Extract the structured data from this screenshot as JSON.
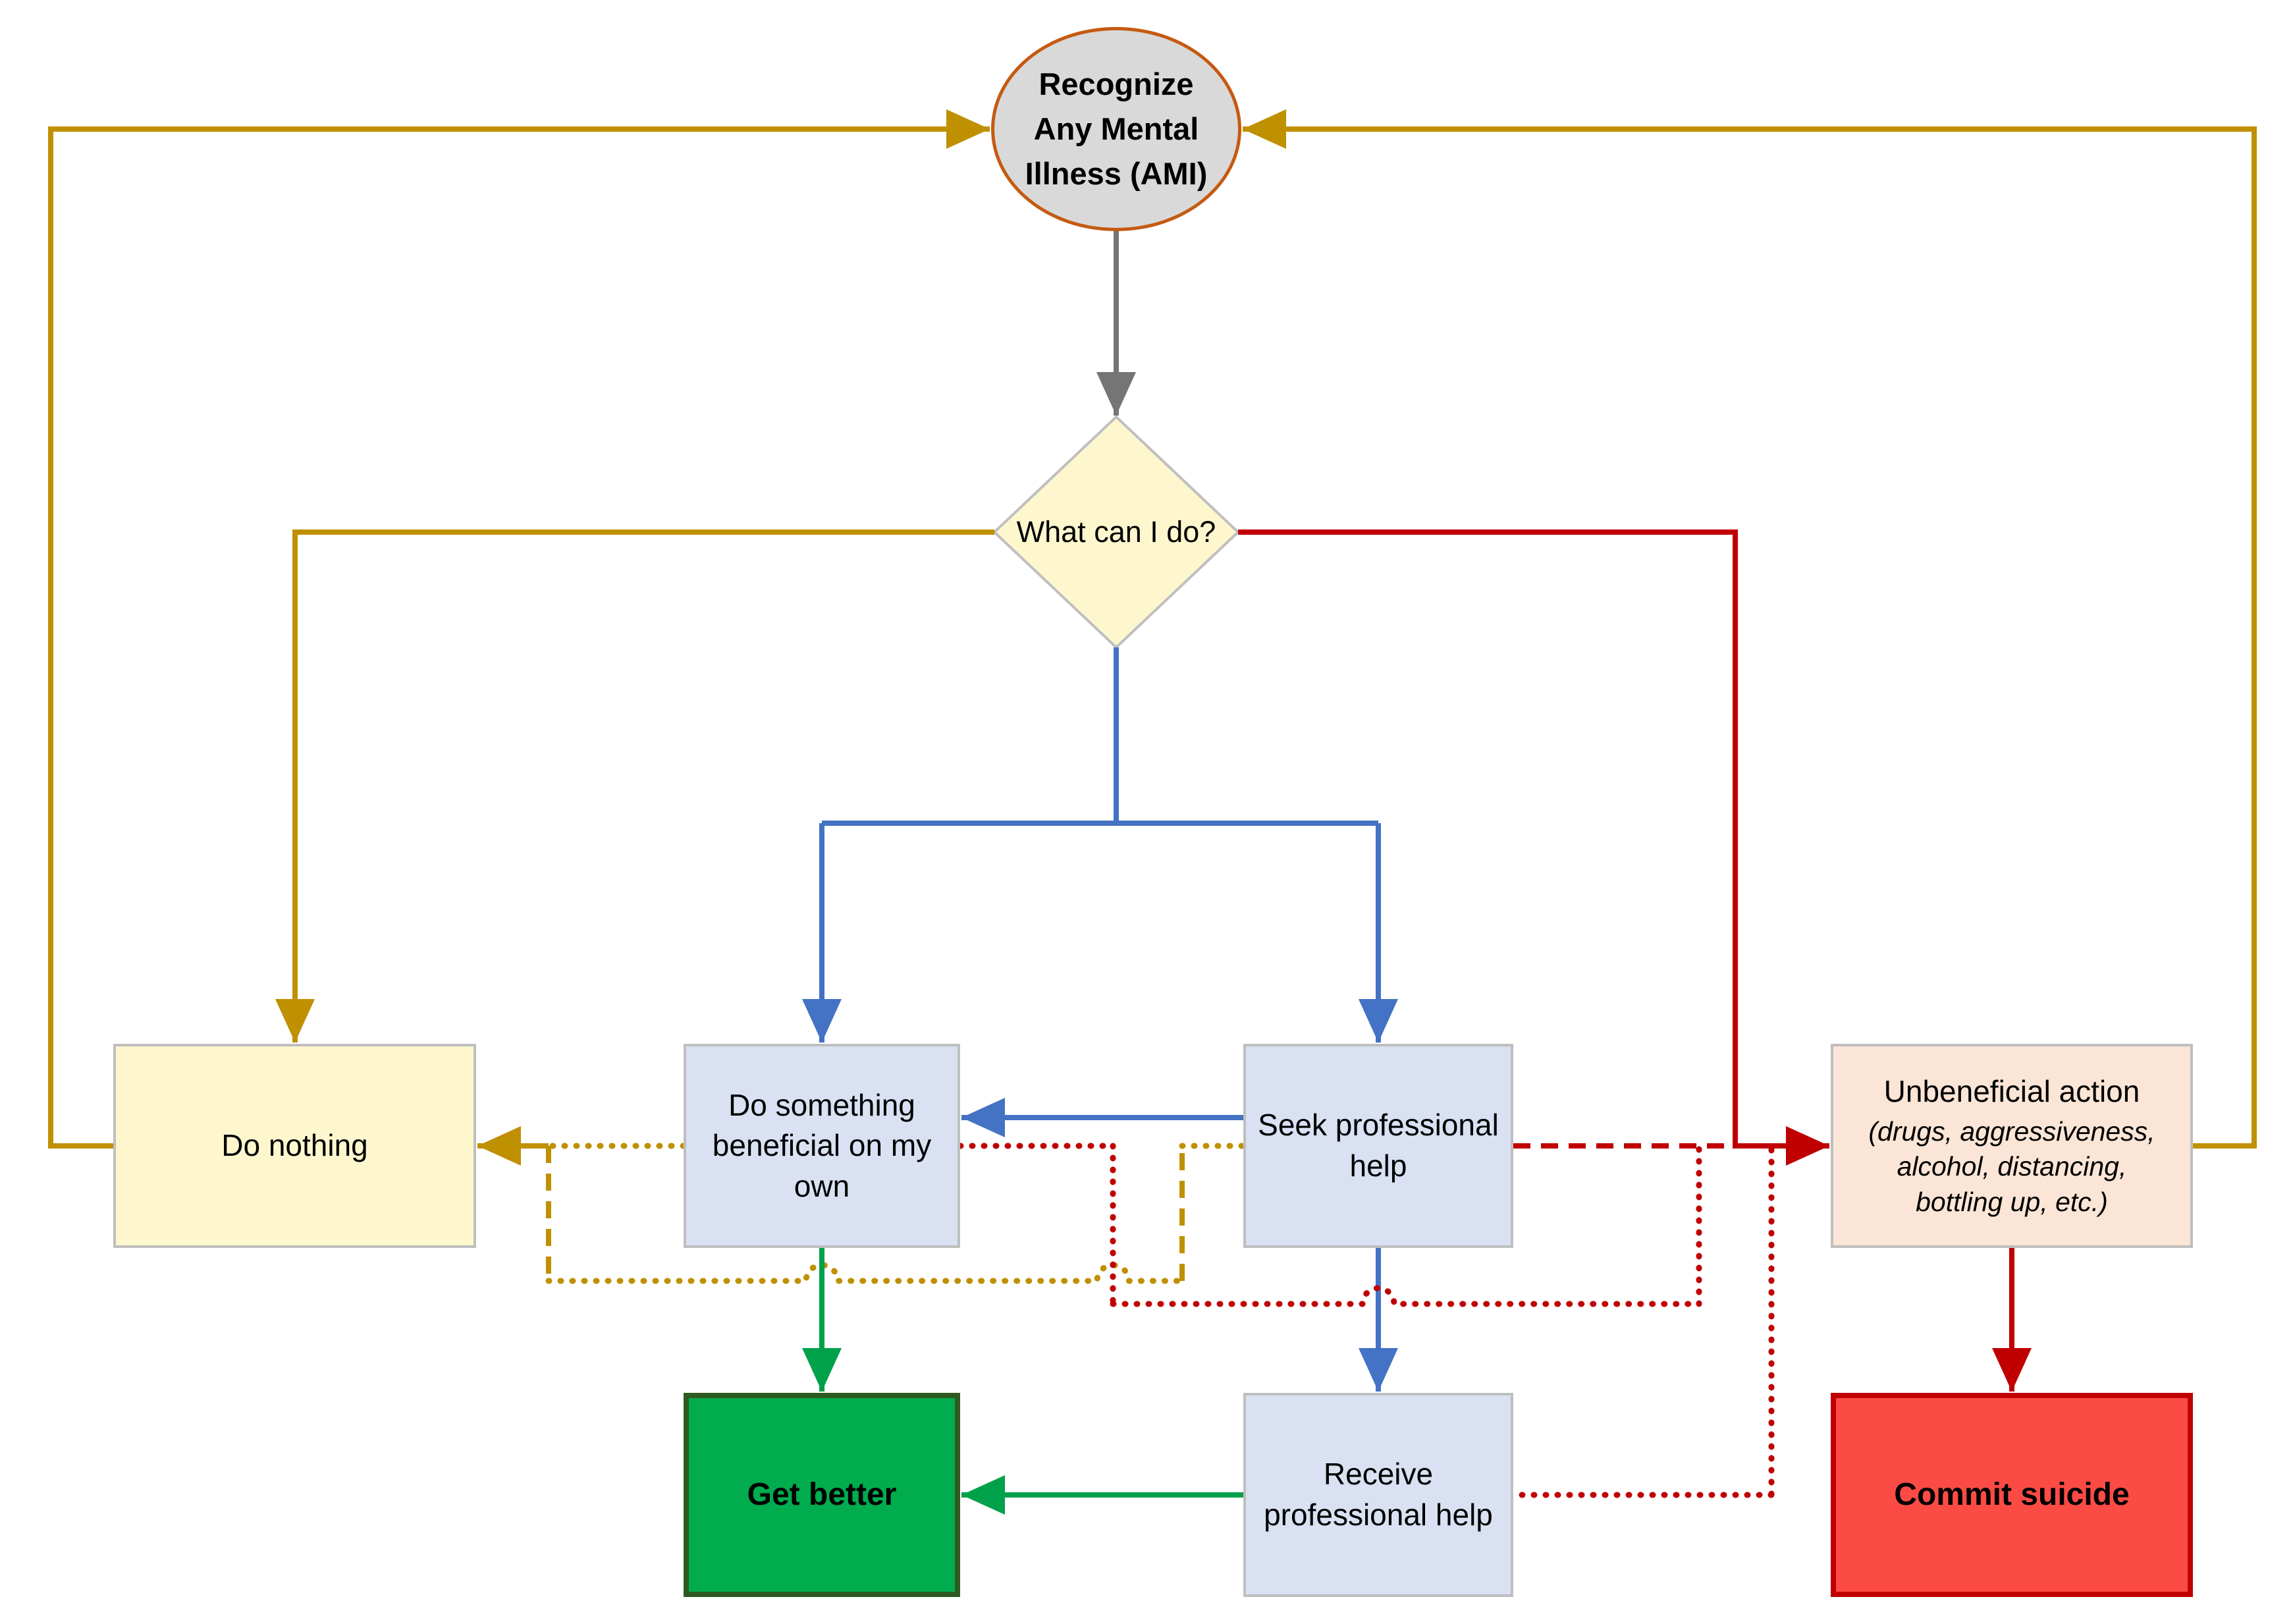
{
  "nodes": {
    "start": {
      "lines": [
        "Recognize",
        "Any Mental",
        "Illness (AMI)"
      ]
    },
    "decision": {
      "label": "What can I do?"
    },
    "do_nothing": {
      "label": "Do nothing"
    },
    "beneficial": {
      "label": "Do something beneficial on my own"
    },
    "seek": {
      "label": "Seek professional help"
    },
    "unbeneficial": {
      "title": "Unbeneficial action",
      "subtitle": "(drugs, aggressiveness, alcohol, distancing, bottling up, etc.)"
    },
    "get_better": {
      "label": "Get better"
    },
    "receive": {
      "label": "Receive professional help"
    },
    "suicide": {
      "label": "Commit suicide"
    }
  },
  "colors": {
    "background": "#FFFFFF",
    "gold": "#BF9000",
    "blue": "#4472C4",
    "red": "#C00000",
    "green": "#00A14B",
    "gray_connector": "#757575",
    "node_border_gray": "#BFBFBF",
    "start_fill": "#D9D9D9",
    "start_border": "#C55A11",
    "yellow_fill": "#FEF7CE",
    "lavender_fill": "#D9E1F2",
    "peach_fill": "#FBE5D6",
    "green_fill": "#00AC4E",
    "green_border": "#2E5A21",
    "red_fill": "#FC4B45",
    "red_border": "#C00000"
  },
  "edges": [
    {
      "from": "Recognize Any Mental Illness (AMI)",
      "to": "What can I do?",
      "style": "solid",
      "color": "gray"
    },
    {
      "from": "What can I do?",
      "to": "Do nothing",
      "style": "solid",
      "color": "gold"
    },
    {
      "from": "What can I do?",
      "to": "Do something beneficial on my own",
      "style": "solid",
      "color": "blue"
    },
    {
      "from": "What can I do?",
      "to": "Seek professional help",
      "style": "solid",
      "color": "blue"
    },
    {
      "from": "What can I do?",
      "to": "Unbeneficial action",
      "style": "solid",
      "color": "red"
    },
    {
      "from": "Seek professional help",
      "to": "Do something beneficial on my own",
      "style": "solid",
      "color": "blue"
    },
    {
      "from": "Seek professional help",
      "to": "Receive professional help",
      "style": "solid",
      "color": "blue"
    },
    {
      "from": "Do something beneficial on my own",
      "to": "Get better",
      "style": "solid",
      "color": "green"
    },
    {
      "from": "Receive professional help",
      "to": "Get better",
      "style": "solid",
      "color": "green"
    },
    {
      "from": "Unbeneficial action",
      "to": "Commit suicide",
      "style": "solid",
      "color": "red"
    },
    {
      "from": "Do nothing",
      "to": "Recognize Any Mental Illness (AMI)",
      "style": "solid",
      "color": "gold"
    },
    {
      "from": "Unbeneficial action",
      "to": "Recognize Any Mental Illness (AMI)",
      "style": "solid",
      "color": "gold"
    },
    {
      "from": "Do something beneficial on my own",
      "to": "Do nothing",
      "style": "dotted",
      "color": "gold"
    },
    {
      "from": "Seek professional help",
      "to": "Do nothing",
      "style": "dotted",
      "color": "gold"
    },
    {
      "from": "Do something beneficial on my own",
      "to": "Unbeneficial action",
      "style": "dotted",
      "color": "red"
    },
    {
      "from": "Seek professional help",
      "to": "Unbeneficial action",
      "style": "dotted",
      "color": "red"
    },
    {
      "from": "Receive professional help",
      "to": "Unbeneficial action",
      "style": "dotted",
      "color": "red"
    }
  ]
}
